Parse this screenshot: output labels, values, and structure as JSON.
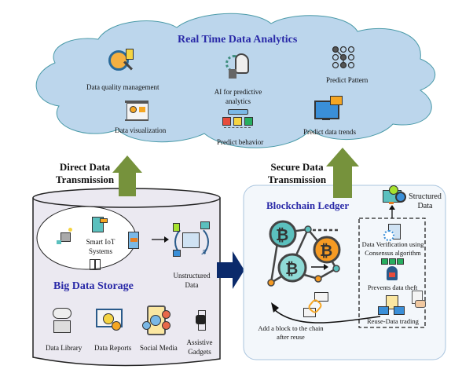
{
  "cloud": {
    "title": "Real Time Data Analytics",
    "items": [
      {
        "label": "Data quality management",
        "icon": "magnifier-person-icon"
      },
      {
        "label": "AI for predictive analytics",
        "icon": "ai-head-gear-icon"
      },
      {
        "label": "Predict  Pattern",
        "icon": "pattern-dots-icon"
      },
      {
        "label": "Data visualization",
        "icon": "presentation-board-icon"
      },
      {
        "label": "Predict behavior",
        "icon": "behavior-screens-icon"
      },
      {
        "label": "Predict data trends",
        "icon": "monitor-chart-icon"
      }
    ]
  },
  "arrows": {
    "left_label": "Direct Data Transmission",
    "right_label": "Secure Data Transmission"
  },
  "storage": {
    "title": "Big Data Storage",
    "iot_label": "Smart IoT Systems",
    "unstructured_label": "Unstructured Data",
    "sources": [
      {
        "label": "Data Library",
        "icon": "cloud-library-icon"
      },
      {
        "label": "Data Reports",
        "icon": "report-board-icon"
      },
      {
        "label": "Social Media",
        "icon": "social-phone-icon"
      },
      {
        "label": "Assistive Gadgets",
        "icon": "smartwatch-icon"
      }
    ]
  },
  "ledger": {
    "title": "Blockchain Ledger",
    "structured_label": "Structured Data",
    "steps": [
      {
        "label": "Data Verification using Consensus algorithm",
        "icon": "clipboard-gear-icon"
      },
      {
        "label": "Prevents data theft",
        "icon": "hacker-network-icon"
      },
      {
        "label": "Reuse-Data trading",
        "icon": "data-trading-icon"
      }
    ],
    "add_block_label": "Add a block to the chain after reuse"
  },
  "colors": {
    "cloud_fill": "#bcd6ec",
    "cloud_stroke": "#4a9aa8",
    "arrow_green": "#76923c",
    "arrow_navy": "#0b2a6b",
    "title_blue": "#2a2aa8",
    "cylinder_fill": "#ebe9f1",
    "ledger_fill": "#f3f7fb",
    "teal": "#5bc0be",
    "orange": "#f59a23"
  }
}
